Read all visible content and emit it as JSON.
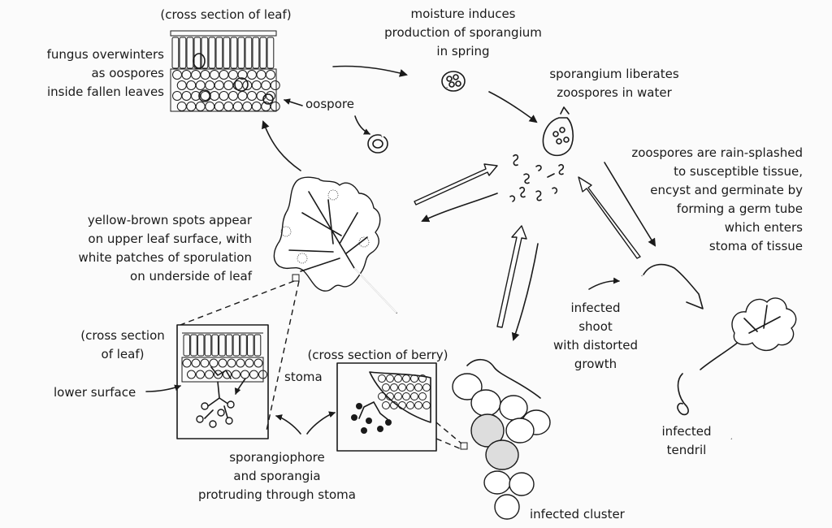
{
  "labels": {
    "cross_section_leaf_top": "(cross section of leaf)",
    "fungus_overwinters": "fungus overwinters\nas oospores\ninside fallen leaves",
    "oospore": "oospore",
    "moisture": "moisture induces\nproduction of sporangium\nin spring",
    "sporangium_liberates": "sporangium liberates\nzoospores in water",
    "zoospores_splashed": "zoospores are rain-splashed\nto susceptible tissue,\nencyst and germinate by\nforming a germ tube\nwhich enters\nstoma of tissue",
    "yellow_brown": "yellow-brown spots appear\non upper leaf surface, with\nwhite patches of sporulation\non underside of leaf",
    "cross_section_leaf_bottom": "(cross section\nof leaf)",
    "lower_surface": "lower surface",
    "stoma": "stoma",
    "cross_section_berry": "(cross section of berry)",
    "sporangiophore": "sporangiophore\nand sporangia\nprotruding through stoma",
    "infected_shoot": "infected\nshoot\nwith distorted\ngrowth",
    "infected_tendril": "infected\ntendril",
    "infected_cluster": "infected cluster"
  },
  "colors": {
    "ink": "#1a1a1a",
    "background": "#fbfbfb"
  }
}
